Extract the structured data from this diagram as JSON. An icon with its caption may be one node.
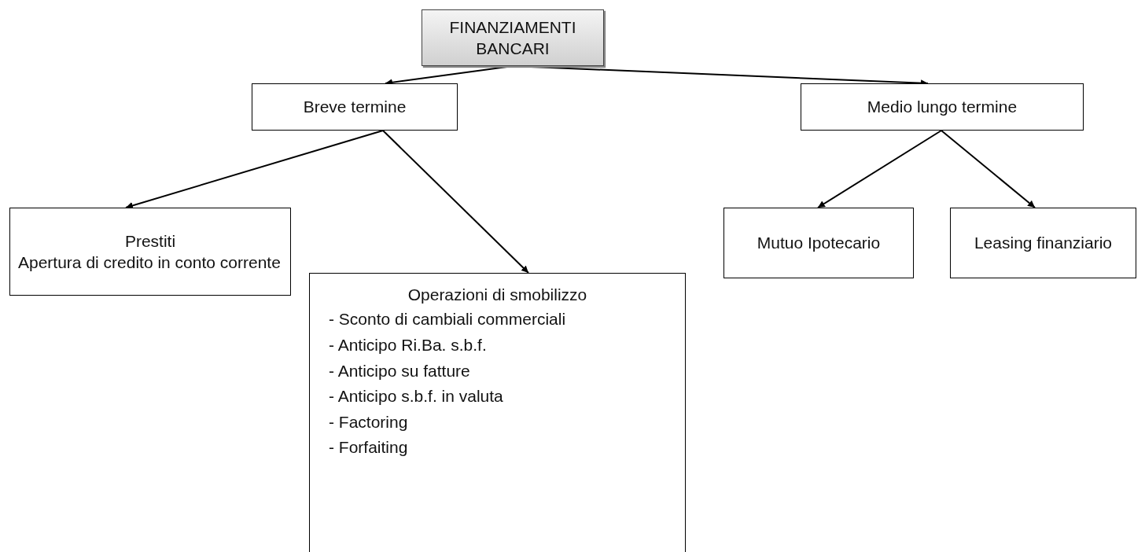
{
  "diagram": {
    "nodes": [
      {
        "text": [
          "FINANZIAMENTI BANCARI"
        ]
      },
      {
        "text": [
          "Breve termine"
        ]
      },
      {
        "text": [
          "Medio lungo termine"
        ]
      },
      {
        "text": [
          "Prestiti",
          "Apertura di credito in conto corrente"
        ]
      },
      {
        "text": [
          "Operazioni di smobilizzo",
          "- Sconto di cambiali commerciali",
          "- Anticipo Ri.Ba. s.b.f.",
          "- Anticipo su fatture",
          "- Anticipo s.b.f. in valuta",
          "- Factoring",
          "- Forfaiting"
        ]
      },
      {
        "text": [
          "Mutuo Ipotecario"
        ]
      },
      {
        "text": [
          "Leasing finanziario"
        ]
      }
    ],
    "edges": [
      {
        "from": 0,
        "to": 1,
        "arrow": "to"
      },
      {
        "from": 0,
        "to": 2,
        "arrow": "to"
      },
      {
        "from": 1,
        "to": 3,
        "arrow": "to"
      },
      {
        "from": 1,
        "to": 4,
        "arrow": "to"
      },
      {
        "from": 2,
        "to": 5,
        "arrow": "to"
      },
      {
        "from": 2,
        "to": 6,
        "arrow": "to"
      }
    ]
  }
}
